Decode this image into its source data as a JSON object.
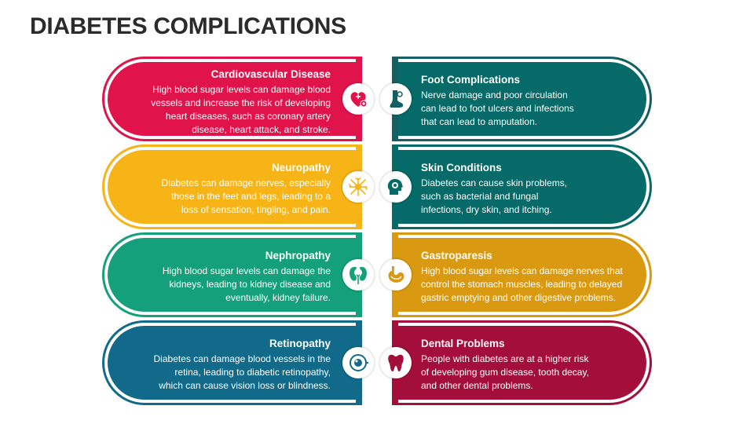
{
  "title": "DIABETES COMPLICATIONS",
  "colors": {
    "red": "#e0134a",
    "yellow": "#f6b416",
    "green": "#14a07a",
    "blue": "#126a8b",
    "teal": "#066b68",
    "gold": "#d99a12",
    "maroon": "#a30e3b",
    "dark_teal": "#145f63"
  },
  "left": [
    {
      "title": "Cardiovascular Disease",
      "lines": [
        "High blood sugar levels can damage blood",
        "vessels and increase the risk of developing",
        "heart diseases, such as coronary artery",
        "disease, heart attack, and stroke."
      ],
      "icon": "heart-icon"
    },
    {
      "title": "Neuropathy",
      "lines": [
        "Diabetes can damage nerves, especially",
        "those in the feet and legs, leading to a",
        "loss of sensation, tingling, and pain."
      ],
      "icon": "neuron-icon"
    },
    {
      "title": "Nephropathy",
      "lines": [
        "High blood sugar levels can damage the",
        "kidneys, leading to kidney disease and",
        "eventually, kidney failure."
      ],
      "icon": "kidney-icon"
    },
    {
      "title": "Retinopathy",
      "lines": [
        "Diabetes can damage blood vessels in the",
        "retina, leading to diabetic retinopathy,",
        "which can cause vision loss or blindness."
      ],
      "icon": "eye-icon"
    }
  ],
  "right": [
    {
      "title": "Foot Complications",
      "lines": [
        "Nerve damage and poor circulation",
        "can lead to foot ulcers and infections",
        "that can lead to amputation."
      ],
      "icon": "foot-icon"
    },
    {
      "title": "Skin Conditions",
      "lines": [
        "Diabetes can cause skin problems,",
        "such as bacterial and fungal",
        "infections, dry skin, and itching."
      ],
      "icon": "face-skin-icon"
    },
    {
      "title": "Gastroparesis",
      "lines": [
        "High blood sugar levels can damage nerves that",
        "control the stomach muscles, leading to delayed",
        "gastric emptying and other digestive problems."
      ],
      "icon": "stomach-icon"
    },
    {
      "title": "Dental Problems",
      "lines": [
        "People with diabetes are at a higher risk",
        "of developing gum disease, tooth decay,",
        "and other dental problems."
      ],
      "icon": "tooth-icon"
    }
  ]
}
